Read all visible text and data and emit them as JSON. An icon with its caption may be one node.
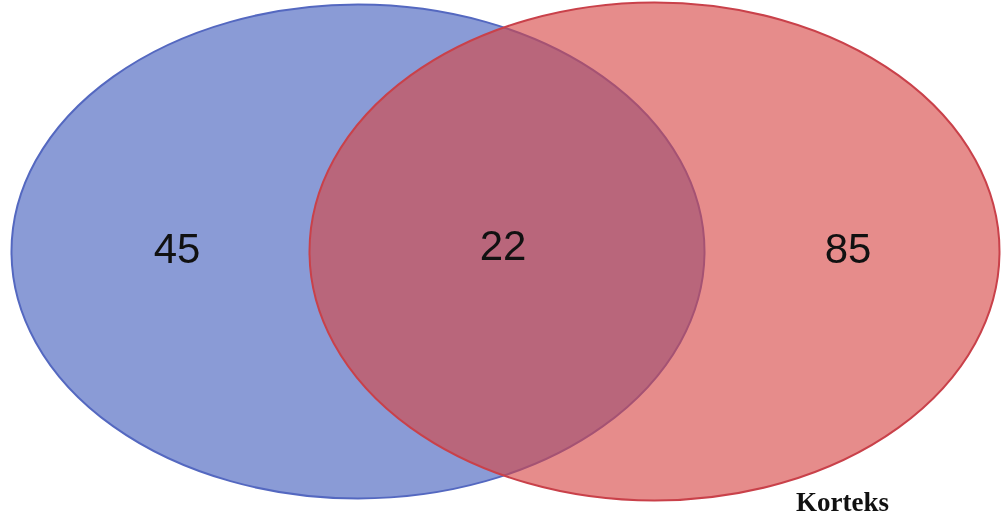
{
  "diagram": {
    "nodes": [
      {
        "text": [
          "45"
        ]
      },
      {
        "text": [
          "85"
        ],
        "beside": [
          "Korteks"
        ]
      }
    ],
    "labels": [
      "22"
    ]
  }
}
